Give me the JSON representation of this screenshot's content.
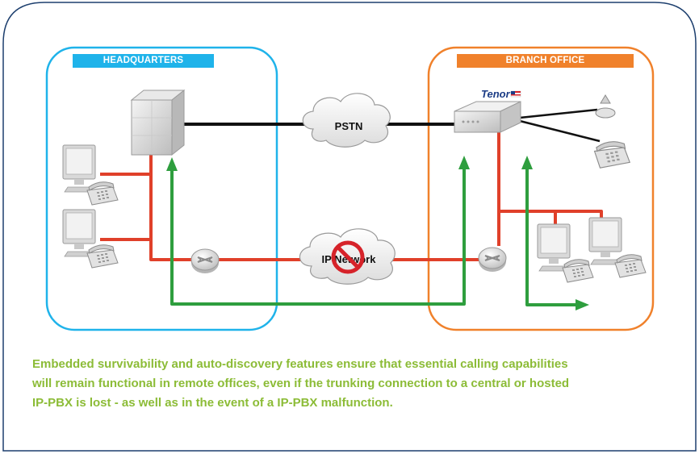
{
  "diagram": {
    "headquarters_label": "HEADQUARTERS",
    "branch_office_label": "BRANCH OFFICE",
    "pstn_label": "PSTN",
    "ip_network_label": "IP Network",
    "tenor_logo_text": "Tenor",
    "caption_lines": [
      "Embedded survivability and auto-discovery features ensure that essential calling capabilities",
      "will remain functional in remote offices, even if the trunking connection to a central or hosted",
      "IP-PBX is lost - as well as in the event of a IP-PBX malfunction."
    ],
    "colors": {
      "frame_border": "#1d3f6e",
      "headquarters": "#1fb3ea",
      "branch_office": "#f0812b",
      "ip_link": "#e0402a",
      "pstn_link": "#111111",
      "survivability_path": "#2e9e3e",
      "prohibited": "#d6232a",
      "caption": "#8cbc37"
    }
  }
}
